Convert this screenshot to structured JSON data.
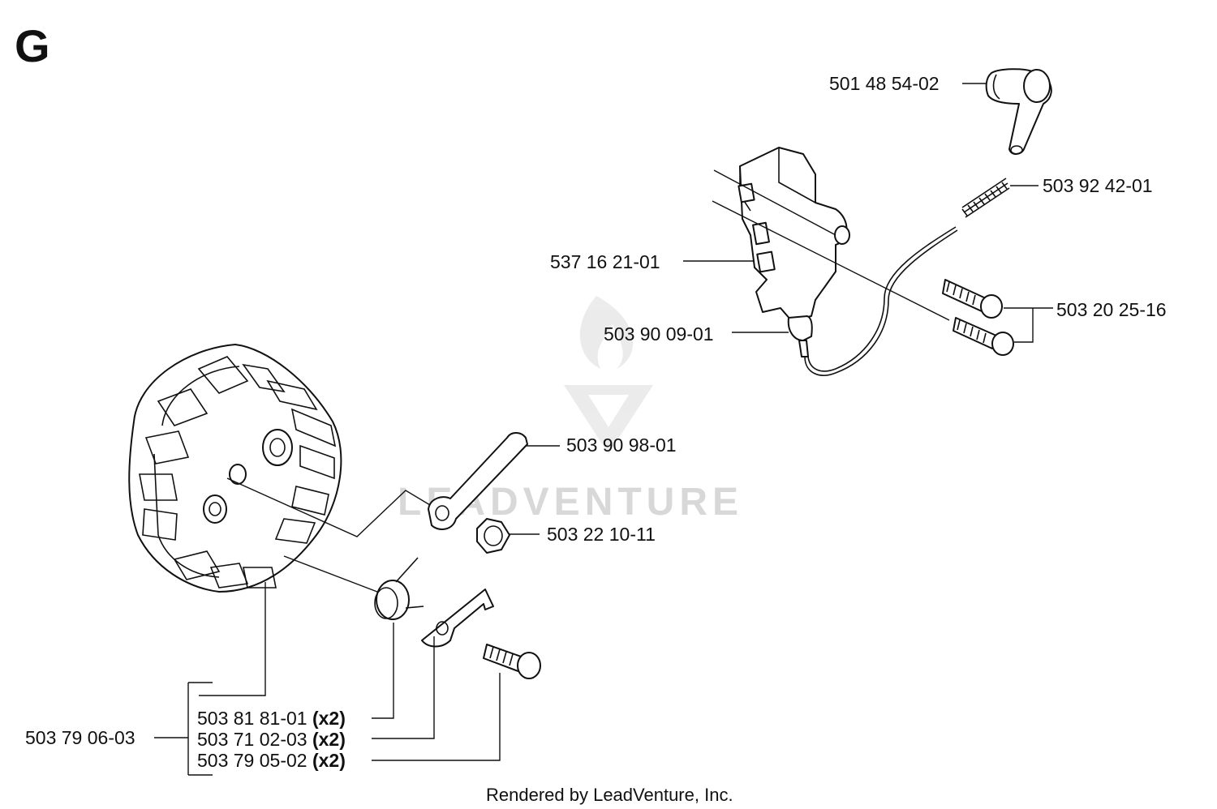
{
  "section_letter": "G",
  "watermark": "LEADVENTURE",
  "footer": "Rendered by LeadVenture, Inc.",
  "parts": {
    "p501485402": {
      "number": "501 48 54-02",
      "qty": ""
    },
    "p503924201": {
      "number": "503 92 42-01",
      "qty": ""
    },
    "p537162101": {
      "number": "537 16 21-01",
      "qty": ""
    },
    "p503202516": {
      "number": "503 20 25-16",
      "qty": ""
    },
    "p503900901": {
      "number": "503 90 09-01",
      "qty": ""
    },
    "p503909801": {
      "number": "503 90 98-01",
      "qty": ""
    },
    "p503221011": {
      "number": "503 22 10-11",
      "qty": ""
    },
    "p503790603": {
      "number": "503 79 06-03",
      "qty": ""
    },
    "p503818101": {
      "number": "503 81 81-01",
      "qty": "(x2)"
    },
    "p503710203": {
      "number": "503 71 02-03",
      "qty": "(x2)"
    },
    "p503790502": {
      "number": "503 79 05-02",
      "qty": "(x2)"
    }
  }
}
